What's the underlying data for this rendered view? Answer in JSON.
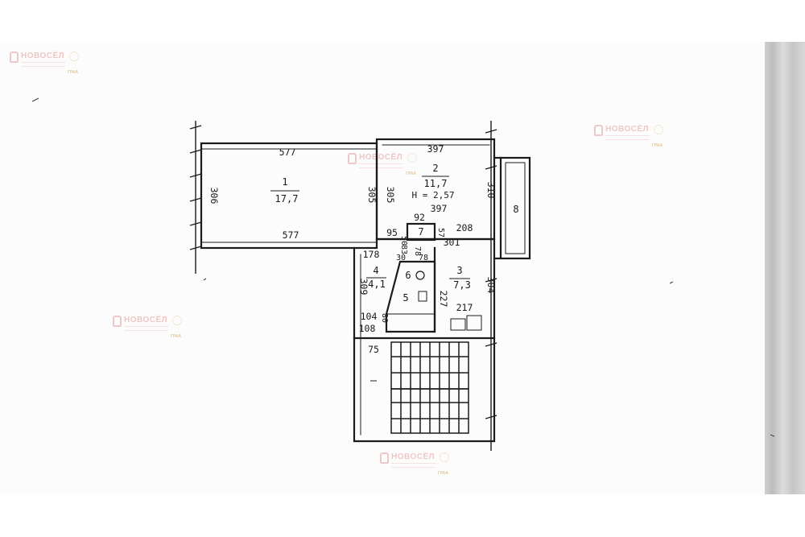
{
  "watermark": {
    "brand": "НОВОСЁЛ",
    "badge": "ГРАА"
  },
  "plan": {
    "rooms": [
      {
        "number": "1",
        "area": "17,7"
      },
      {
        "number": "2",
        "area": "11,7"
      },
      {
        "number": "3",
        "area": "7,3"
      },
      {
        "number": "4",
        "area": "4,1"
      },
      {
        "number": "5",
        "area": ""
      },
      {
        "number": "6",
        "area": ""
      },
      {
        "number": "7",
        "area": ""
      },
      {
        "number": "8",
        "area": ""
      }
    ],
    "room2_note": "H = 2,57",
    "dims": {
      "d577_top": "577",
      "d577_bottom": "577",
      "d306": "306",
      "d305a": "305",
      "d305b": "305",
      "d397_top": "397",
      "d397_bottom": "397",
      "d310": "310",
      "d92": "92",
      "d95": "95",
      "d50": "50",
      "d57": "57",
      "d208": "208",
      "d301": "301",
      "d178": "178",
      "d30": "30",
      "d83": "83",
      "d78a": "78",
      "d78b": "78",
      "d309": "309",
      "d304": "304",
      "d227": "227",
      "d217": "217",
      "d104": "104",
      "d108": "108",
      "d75": "75",
      "d80": "80"
    }
  }
}
